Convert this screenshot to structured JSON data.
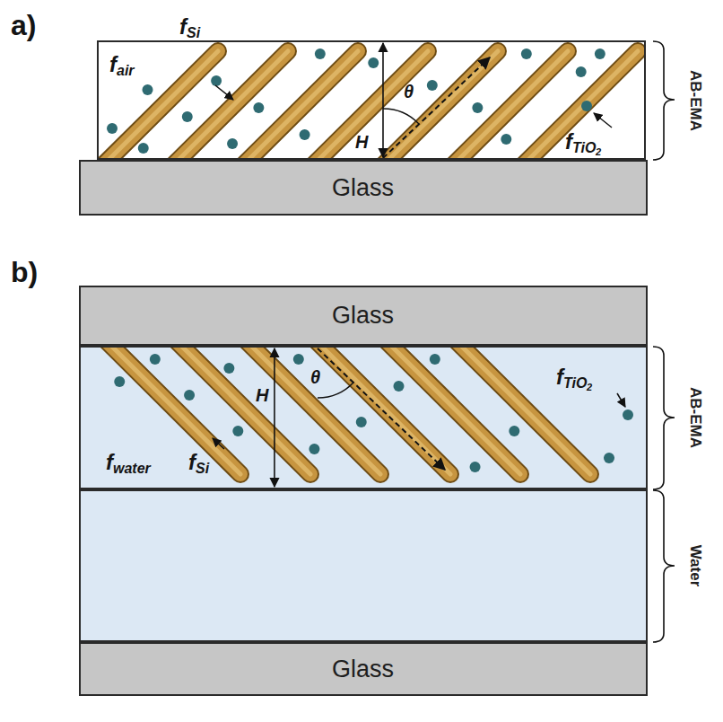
{
  "diagram": {
    "nodes": [
      {
        "text": [
          "AB-EMA"
        ]
      },
      {
        "text": [
          "Glass"
        ]
      },
      {
        "text": [
          "Glass"
        ]
      },
      {
        "text": [
          "AB-EMA"
        ]
      },
      {
        "text": [
          "Water"
        ]
      },
      {
        "text": [
          "Glass"
        ]
      }
    ],
    "labels": [
      "a)",
      "f",
      "air",
      "f",
      "Si",
      "H",
      "θ",
      "f",
      "TiO",
      "2",
      "b)",
      "f",
      "water",
      "f",
      "Si",
      "H",
      "θ",
      "f",
      "TiO",
      "2"
    ]
  }
}
